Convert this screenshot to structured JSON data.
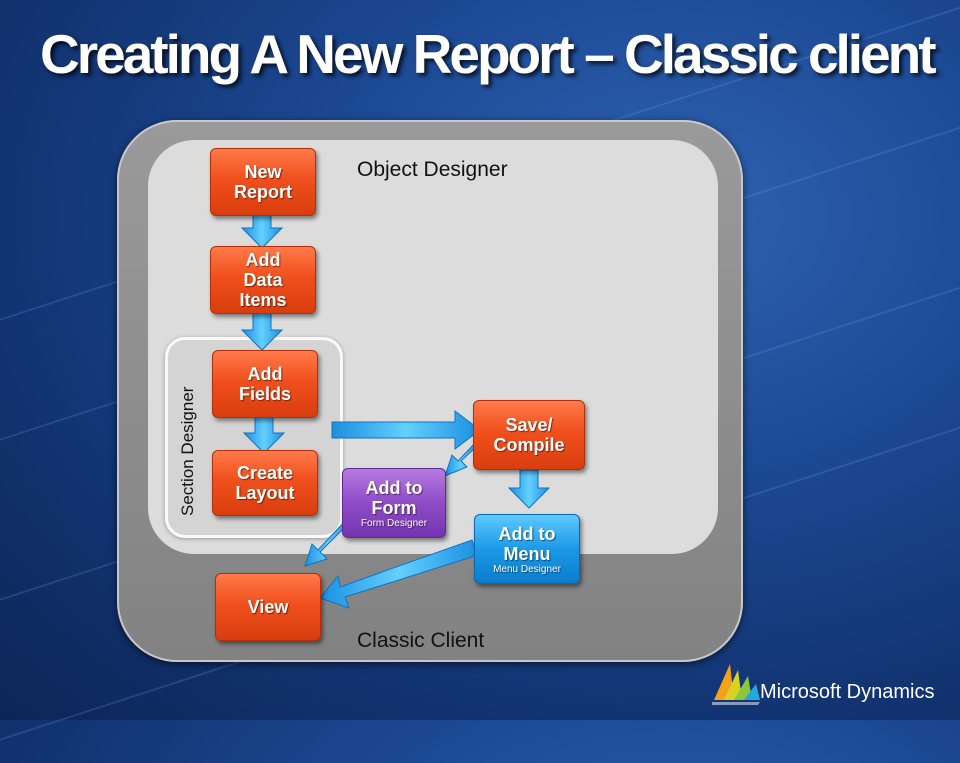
{
  "slide": {
    "title": "Creating A New Report – Classic client"
  },
  "panels": {
    "object_designer": "Object Designer",
    "classic_client": "Classic Client",
    "section_designer": "Section Designer"
  },
  "steps": {
    "new_report": "New\nReport",
    "add_data_items": "Add\nData\nItems",
    "add_fields": "Add\nFields",
    "create_layout": "Create\nLayout",
    "save_compile": "Save/\nCompile",
    "add_to_form": "Add to\nForm",
    "add_to_form_sub": "Form Designer",
    "add_to_menu": "Add to\nMenu",
    "add_to_menu_sub": "Menu Designer",
    "view": "View"
  },
  "logo": {
    "text": "Microsoft Dynamics"
  },
  "colors": {
    "step_red": "#f0501d",
    "step_purple": "#8e4cc8",
    "step_blue": "#1b9ae8",
    "arrow_blue": "#2fb0f5"
  }
}
